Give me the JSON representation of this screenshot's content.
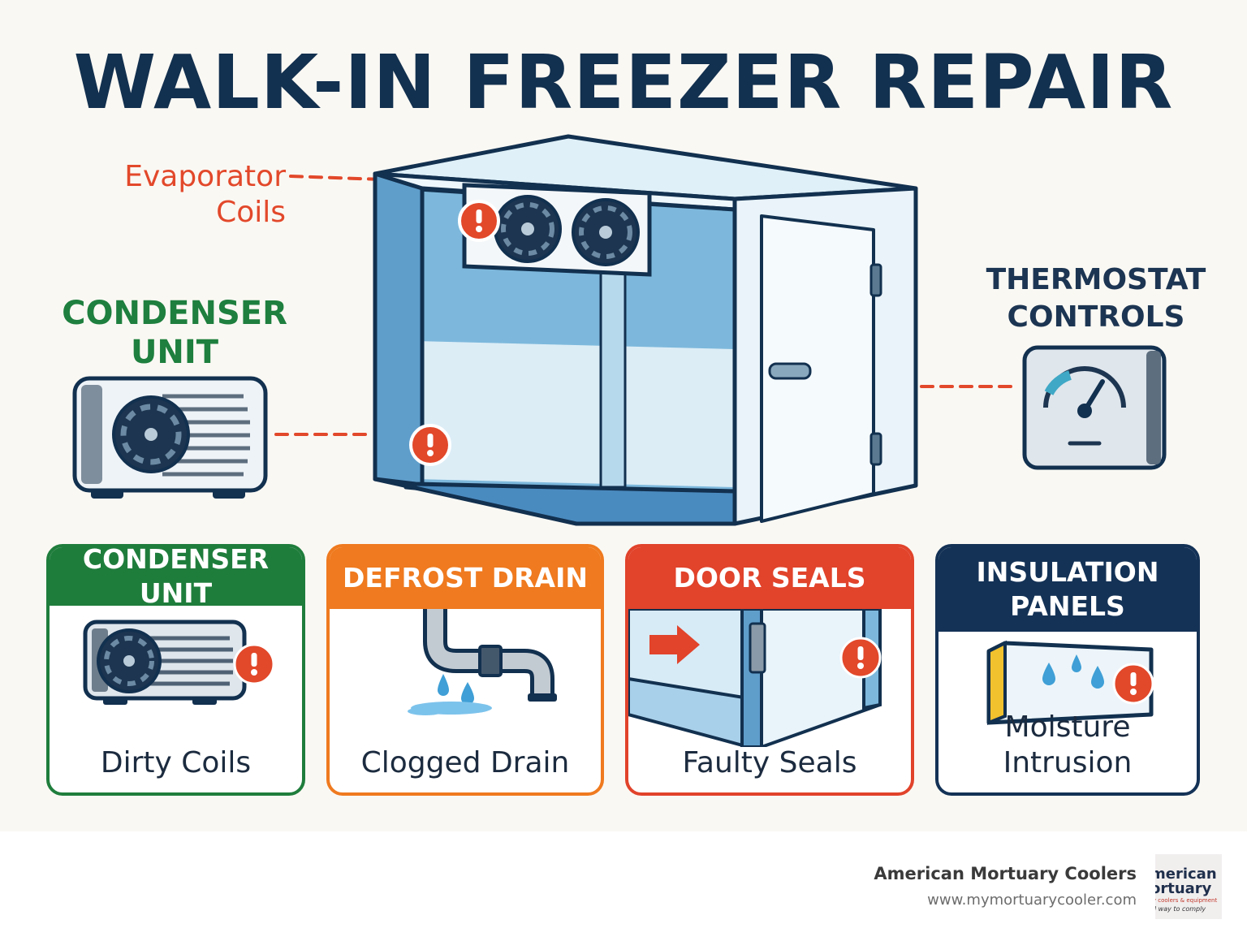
{
  "title": "WALK-IN FREEZER REPAIR",
  "callouts": {
    "evaporator": "Evaporator\nCoils",
    "condenser": "CONDENSER\nUNIT",
    "thermostat": "THERMOSTAT\nCONTROLS"
  },
  "cards": [
    {
      "title": "CONDENSER UNIT",
      "caption": "Dirty Coils",
      "color": "#1f7d3c"
    },
    {
      "title": "DEFROST DRAIN",
      "caption": "Clogged Drain",
      "color": "#ef7a1f"
    },
    {
      "title": "DOOR SEALS",
      "caption": "Faulty Seals",
      "color": "#e1432b"
    },
    {
      "title": "INSULATION\nPANELS",
      "caption": "Moisture Intrusion",
      "color": "#143256"
    }
  ],
  "footer": {
    "company": "American Mortuary Coolers",
    "url": "www.mymortuarycooler.com",
    "logo_lines": [
      "merican",
      "ortuary",
      "ry coolers & equipment",
      "al way to comply"
    ]
  },
  "colors": {
    "navy": "#12304f",
    "alert_red": "#e2482a",
    "green": "#1e7f3e",
    "orange": "#ef7a1f",
    "ice_blue": "#6fb0d6"
  }
}
